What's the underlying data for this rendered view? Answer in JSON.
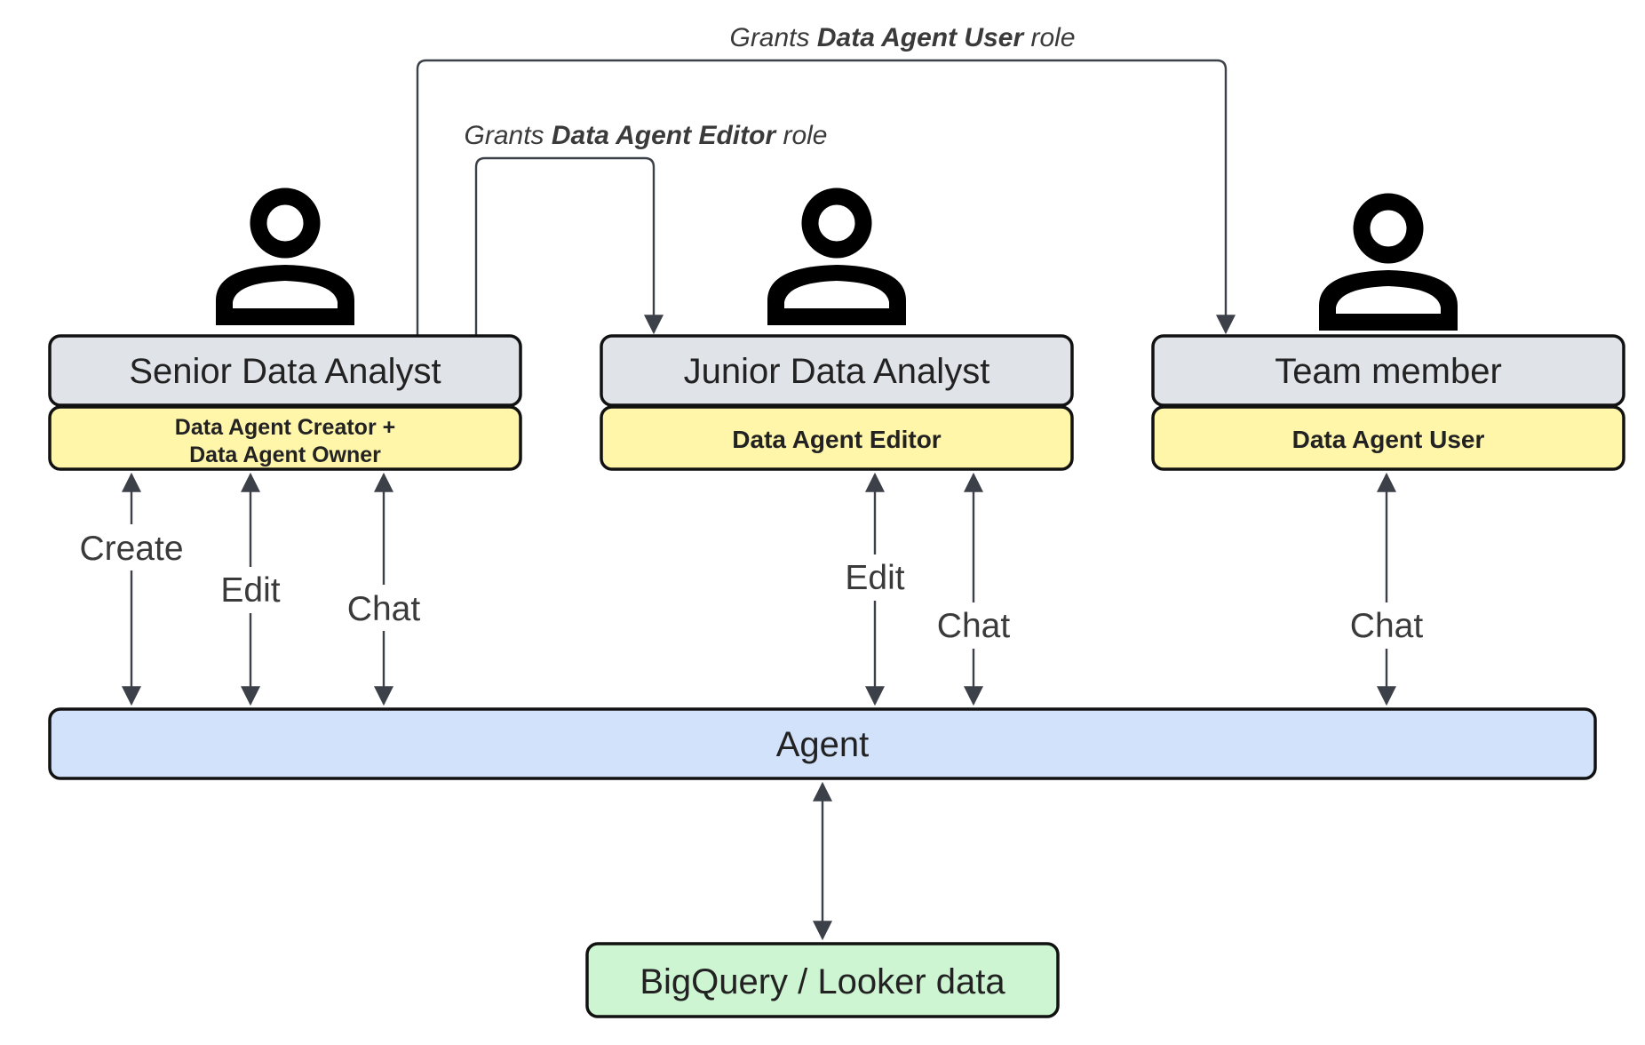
{
  "grants": {
    "user_role": {
      "prefix": "Grants ",
      "role": "Data Agent User",
      "suffix": " role"
    },
    "editor_role": {
      "prefix": "Grants ",
      "role": "Data Agent Editor",
      "suffix": " role"
    }
  },
  "actors": [
    {
      "name": "Senior Data Analyst",
      "role_line1": "Data Agent Creator +",
      "role_line2": "Data Agent Owner",
      "icon": "person-icon"
    },
    {
      "name": "Junior Data Analyst",
      "role": "Data Agent Editor",
      "icon": "person-icon"
    },
    {
      "name": "Team member",
      "role": "Data Agent User",
      "icon": "person-icon"
    }
  ],
  "interactions": {
    "senior": [
      "Create",
      "Edit",
      "Chat"
    ],
    "junior": [
      "Edit",
      "Chat"
    ],
    "team": [
      "Chat"
    ]
  },
  "agent": {
    "label": "Agent"
  },
  "data_source": {
    "label": "BigQuery / Looker data"
  },
  "colors": {
    "actor_box": "#e0e3e8",
    "role_box": "#fff6aa",
    "agent_box": "#d2e2fa",
    "data_box": "#cdf5d2",
    "connector": "#3c4048"
  }
}
